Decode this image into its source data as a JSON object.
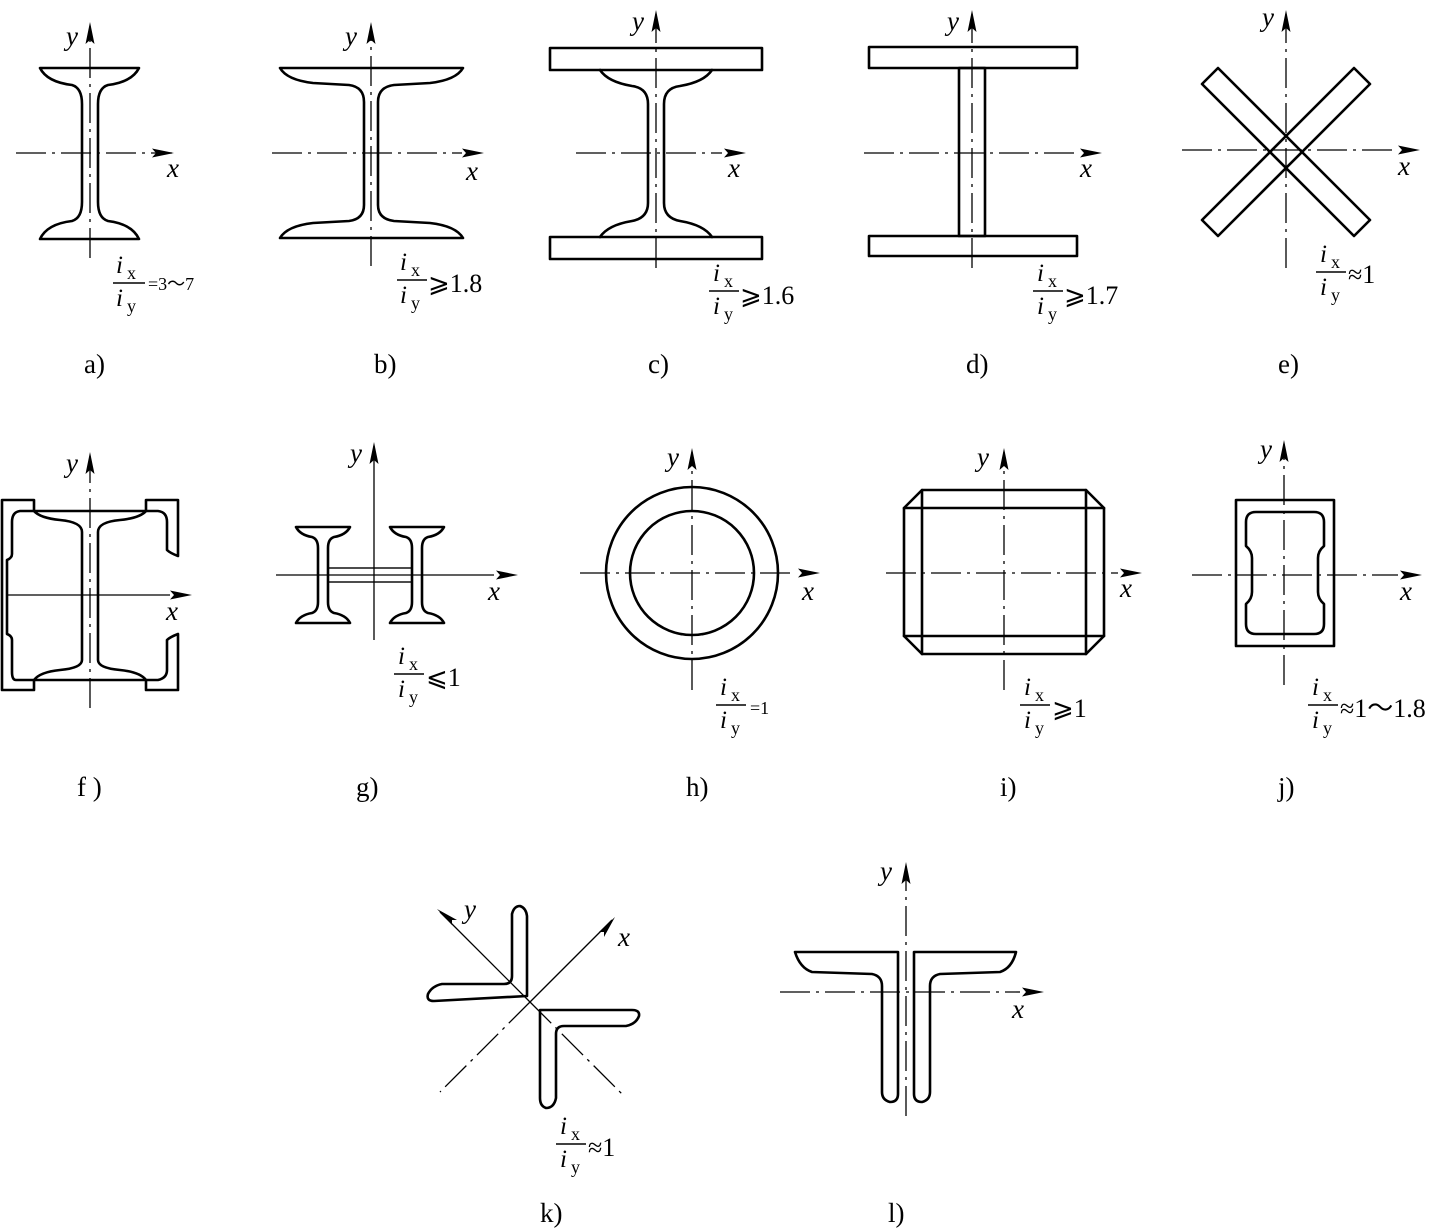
{
  "axes": {
    "x": "x",
    "y": "y"
  },
  "ratio": {
    "numerator": "i",
    "numerator_sub": "x",
    "denominator": "i",
    "denominator_sub": "y"
  },
  "panels": [
    {
      "id": "a",
      "caption": "a)",
      "shape": "rolled I-beam (narrow flange)",
      "ratio_value": "=3～7"
    },
    {
      "id": "b",
      "caption": "b)",
      "shape": "rolled I-beam (wide flange)",
      "ratio_value": "⩾1.8"
    },
    {
      "id": "c",
      "caption": "c)",
      "shape": "I-beam with welded cover plates",
      "ratio_value": "⩾1.6"
    },
    {
      "id": "d",
      "caption": "d)",
      "shape": "welded plate I-section",
      "ratio_value": "⩾1.7"
    },
    {
      "id": "e",
      "caption": "e)",
      "shape": "crossed plates",
      "ratio_value": "≈1"
    },
    {
      "id": "f",
      "caption": "f )",
      "shape": "I-beam with two channels",
      "ratio_value": ""
    },
    {
      "id": "g",
      "caption": "g)",
      "shape": "two I-beams with batten",
      "ratio_value": "⩽1"
    },
    {
      "id": "h",
      "caption": "h)",
      "shape": "circular tube",
      "ratio_value": "=1"
    },
    {
      "id": "i",
      "caption": "i)",
      "shape": "box of angles and plates",
      "ratio_value": "⩾1"
    },
    {
      "id": "j",
      "caption": "j)",
      "shape": "two channels in box",
      "ratio_value": "≈1～1.8"
    },
    {
      "id": "k",
      "caption": "k)",
      "shape": "two angles (cruciform)",
      "ratio_value": "≈1"
    },
    {
      "id": "l",
      "caption": "l)",
      "shape": "two angles back to back (T)",
      "ratio_value": ""
    }
  ]
}
